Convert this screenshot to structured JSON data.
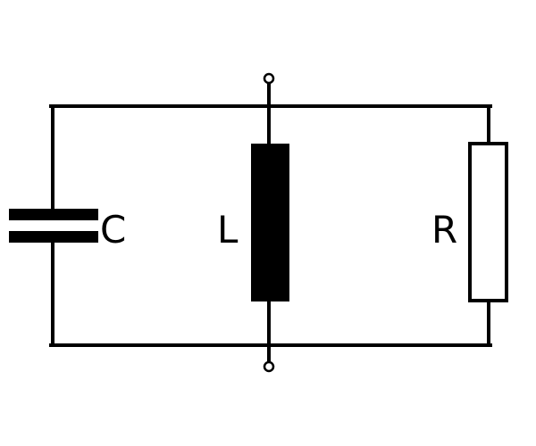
{
  "components": {
    "capacitor": {
      "label": "C"
    },
    "inductor": {
      "label": "L"
    },
    "resistor": {
      "label": "R"
    }
  },
  "colors": {
    "wire": "#000000",
    "inductor_fill": "#000000",
    "resistor_fill": "#ffffff",
    "background": "#ffffff"
  }
}
